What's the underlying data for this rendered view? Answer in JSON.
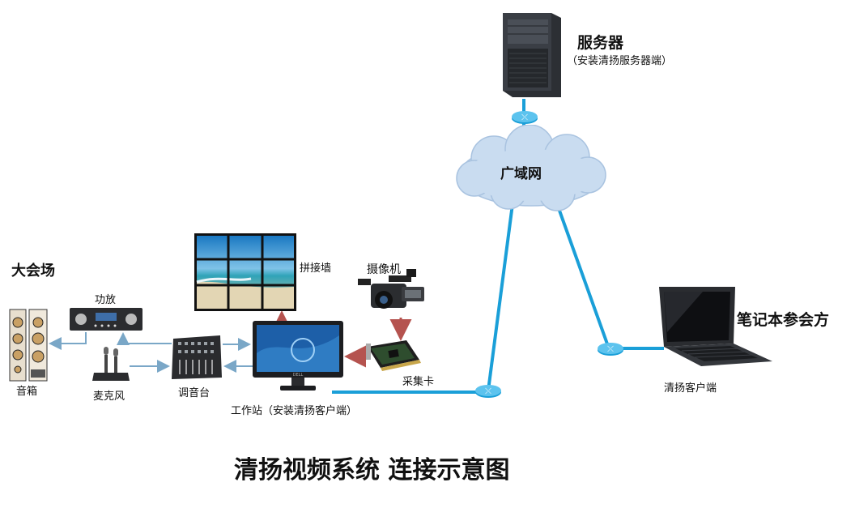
{
  "title": "清扬视频系统 连接示意图",
  "nodes": {
    "server": {
      "label": "服务器",
      "sublabel": "（安装清扬服务器端）"
    },
    "wan": {
      "label": "广域网"
    },
    "laptop": {
      "label": "笔记本参会方",
      "sublabel": "清扬客户端"
    },
    "workstation": {
      "label": "工作站（安装清扬客户端）"
    },
    "video_wall": {
      "label": "拼接墙"
    },
    "camera": {
      "label": "摄像机"
    },
    "capture_card": {
      "label": "采集卡"
    },
    "mixer": {
      "label": "调音台"
    },
    "microphone": {
      "label": "麦克风"
    },
    "amplifier": {
      "label": "功放"
    },
    "speaker": {
      "label": "音箱"
    },
    "venue": {
      "label": "大会场"
    }
  },
  "colors": {
    "network_link": "#1a9fd8",
    "av_link": "#7aa7c7",
    "video_arrow": "#b5534f",
    "cloud": "#c9dcf0"
  }
}
